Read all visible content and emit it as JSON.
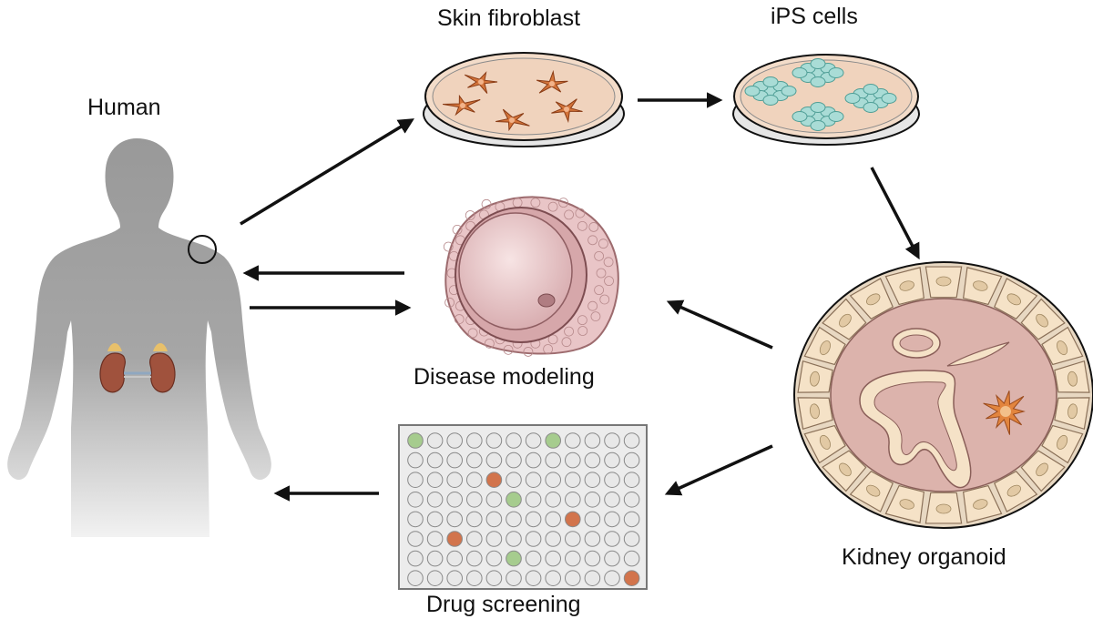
{
  "labels": {
    "human": "Human",
    "skin_fibroblast": "Skin fibroblast",
    "ips_cells": "iPS cells",
    "disease_modeling": "Disease modeling",
    "kidney_organoid": "Kidney organoid",
    "drug_screening": "Drug screening"
  },
  "colors": {
    "silhouette": "#9c9c9c",
    "kidney": "#a0523d",
    "adrenal": "#e8c06a",
    "fibroblast": "#d3743a",
    "ips_cell": "#a9dcd6",
    "organoid_tissue": "#dcb3ac",
    "organoid_cells": "#f5e2c7",
    "cyst": "#e9c5c7",
    "well_empty": "#e8e8e8",
    "well_green": "#a6cc8e",
    "well_red": "#d2744c",
    "arrow": "#111111"
  },
  "well_plate": {
    "rows": 8,
    "cols": 12,
    "green_wells": [
      [
        0,
        0
      ],
      [
        0,
        7
      ],
      [
        3,
        5
      ],
      [
        6,
        5
      ]
    ],
    "red_wells": [
      [
        2,
        4
      ],
      [
        4,
        8
      ],
      [
        5,
        2
      ],
      [
        7,
        11
      ]
    ]
  }
}
